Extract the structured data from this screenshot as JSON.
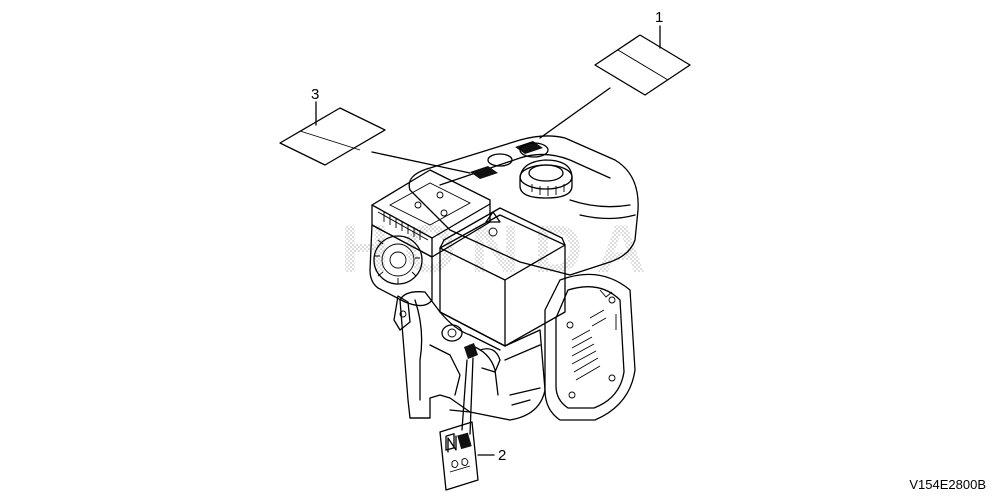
{
  "callouts": [
    {
      "number": "1",
      "part": "label"
    },
    {
      "number": "2",
      "part": "label"
    },
    {
      "number": "3",
      "part": "label"
    }
  ],
  "diagram_code": "V154E2800B",
  "watermark": "HONDA",
  "colors": {
    "line": "#000000",
    "background": "#ffffff",
    "watermark": "#c8c8c8"
  }
}
